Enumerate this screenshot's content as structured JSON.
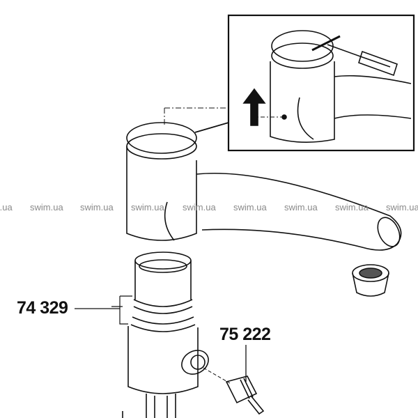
{
  "part_labels": {
    "o_ring_set": "74 329",
    "cartridge_valve": "75 222"
  },
  "watermarks": [
    "swim.ua",
    "swim.ua",
    "swim.ua",
    "swim.ua",
    "swim.ua",
    "swim.ua",
    "swim.ua",
    "swim.ua",
    "swim.ua"
  ]
}
